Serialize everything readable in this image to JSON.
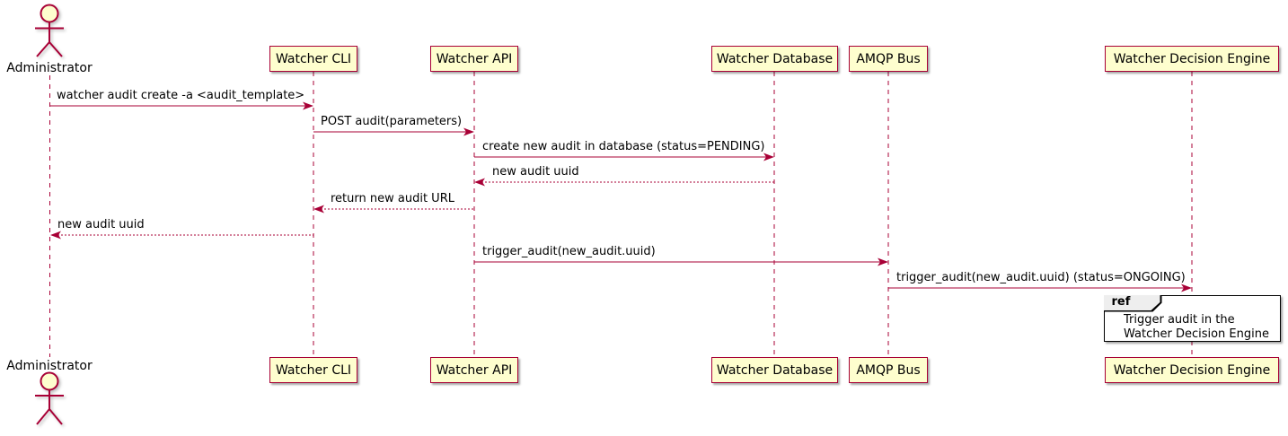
{
  "actor": {
    "top_label": "Administrator",
    "bottom_label": "Administrator"
  },
  "participants": [
    {
      "id": "watcher-cli",
      "label": "Watcher CLI"
    },
    {
      "id": "watcher-api",
      "label": "Watcher API"
    },
    {
      "id": "watcher-database",
      "label": "Watcher Database"
    },
    {
      "id": "amqp-bus",
      "label": "AMQP Bus"
    },
    {
      "id": "watcher-decision-engine",
      "label": "Watcher Decision Engine"
    }
  ],
  "messages": [
    {
      "from": "Administrator",
      "to": "Watcher CLI",
      "style": "solid",
      "label": "watcher audit create -a <audit_template>"
    },
    {
      "from": "Watcher CLI",
      "to": "Watcher API",
      "style": "solid",
      "label": "POST audit(parameters)"
    },
    {
      "from": "Watcher API",
      "to": "Watcher Database",
      "style": "solid",
      "label": "create new audit in database (status=PENDING)"
    },
    {
      "from": "Watcher Database",
      "to": "Watcher API",
      "style": "dashed",
      "label": "new audit uuid"
    },
    {
      "from": "Watcher API",
      "to": "Watcher CLI",
      "style": "dashed",
      "label": "return new audit URL"
    },
    {
      "from": "Watcher CLI",
      "to": "Administrator",
      "style": "dashed",
      "label": "new audit uuid"
    },
    {
      "from": "Watcher API",
      "to": "AMQP Bus",
      "style": "solid",
      "label": "trigger_audit(new_audit.uuid)"
    },
    {
      "from": "AMQP Bus",
      "to": "Watcher Decision Engine",
      "style": "solid",
      "label": "trigger_audit(new_audit.uuid) (status=ONGOING)"
    }
  ],
  "ref_fragment": {
    "keyword": "ref",
    "text_lines": [
      "Trigger audit in the",
      "Watcher Decision Engine"
    ]
  },
  "colors": {
    "background": "#FFFFFF",
    "participant_fill": "#FEFECE",
    "line": "#A80036",
    "text": "#000000",
    "ref_border": "#000000",
    "ref_tag_fill": "#EEEEEE"
  }
}
